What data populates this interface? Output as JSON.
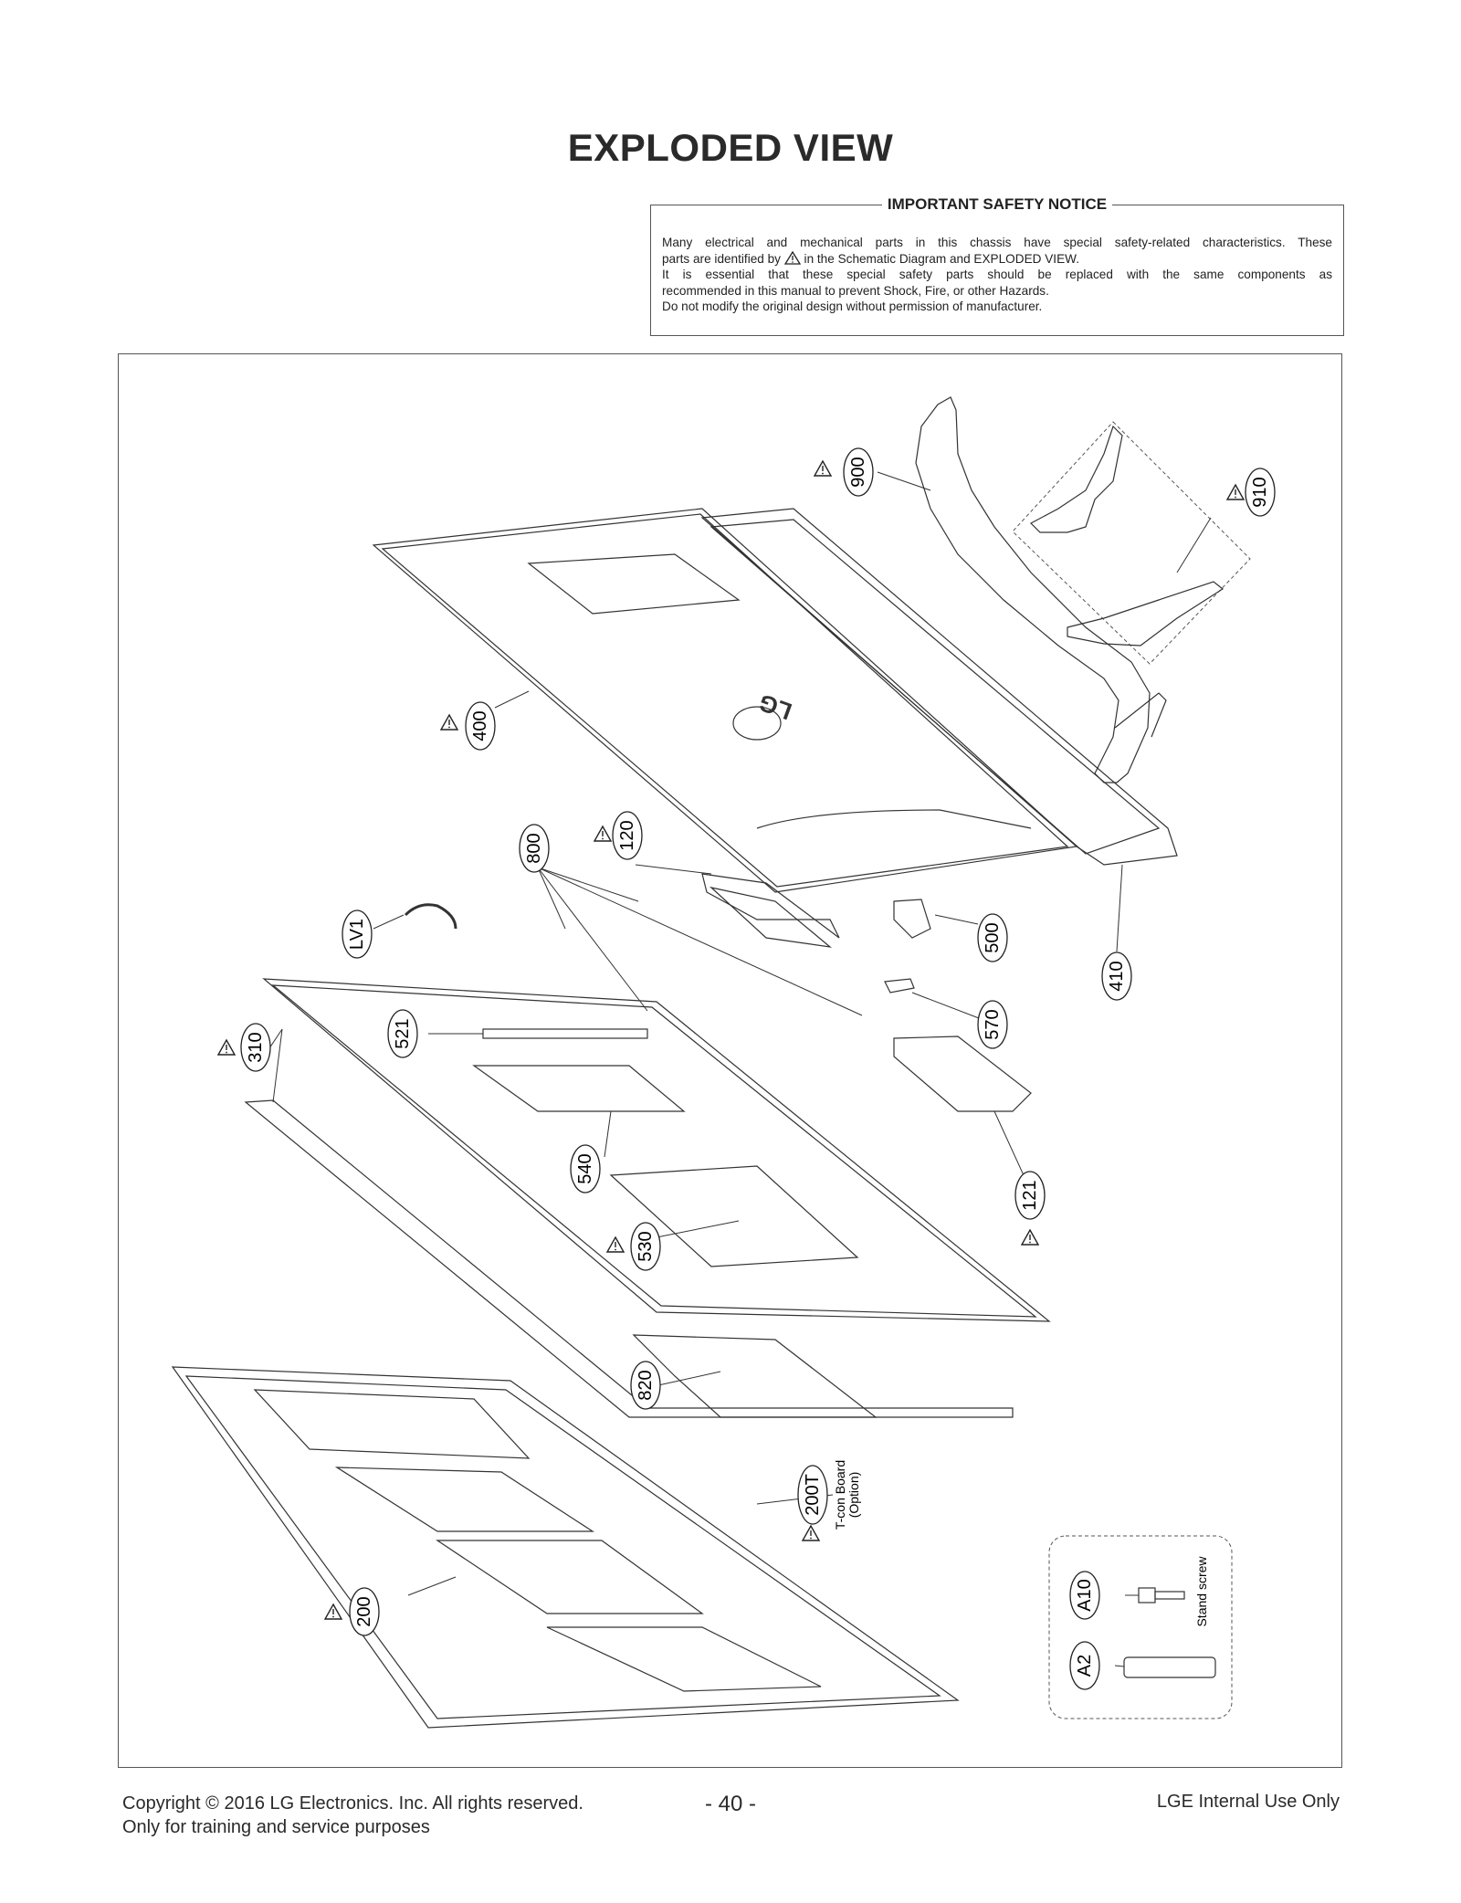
{
  "title": "EXPLODED VIEW",
  "notice": {
    "heading": "IMPORTANT SAFETY NOTICE",
    "line1": "Many electrical and mechanical parts in this chassis have special safety-related characteristics. These",
    "line2a": "parts are identified by",
    "line2b": "in the Schematic Diagram and EXPLODED VIEW.",
    "line3": "It is essential that these special safety parts should be replaced with the same components as",
    "line4": "recommended in this manual to prevent Shock, Fire, or other Hazards.",
    "line5": "Do not modify the original design without permission of manufacturer."
  },
  "parts": {
    "p900": "900",
    "p910": "910",
    "p400": "400",
    "p120": "120",
    "p800": "800",
    "pLV1": "LV1",
    "p500": "500",
    "p410": "410",
    "p570": "570",
    "p310": "310",
    "p521": "521",
    "p540": "540",
    "p121": "121",
    "p530": "530",
    "p820": "820",
    "p200T": "200T",
    "p200": "200",
    "pA10": "A10",
    "pA2": "A2"
  },
  "annotations": {
    "tcon_line1": "T-con Board",
    "tcon_line2": "(Option)",
    "stand_screw": "Stand screw",
    "logo": "LG"
  },
  "footer": {
    "copyright": "Copyright  © 2016 LG Electronics. Inc. All rights reserved.",
    "training": "Only for training and service purposes",
    "page": "- 40 -",
    "internal": "LGE Internal Use Only"
  }
}
